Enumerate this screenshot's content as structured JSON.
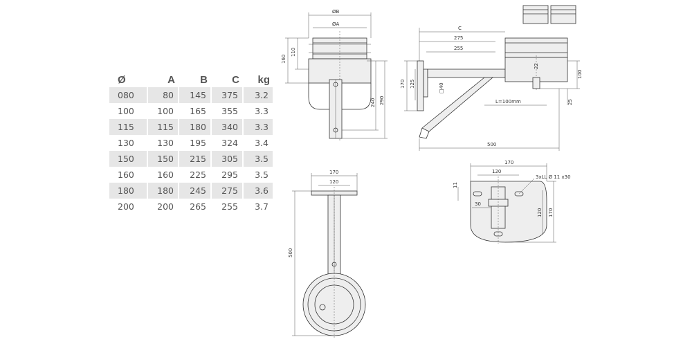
{
  "table": {
    "headers": [
      "Ø",
      "A",
      "B",
      "C",
      "kg"
    ],
    "rows": [
      [
        "080",
        "80",
        "145",
        "375",
        "3.2"
      ],
      [
        "100",
        "100",
        "165",
        "355",
        "3.3"
      ],
      [
        "115",
        "115",
        "180",
        "340",
        "3.3"
      ],
      [
        "130",
        "130",
        "195",
        "324",
        "3.4"
      ],
      [
        "150",
        "150",
        "215",
        "305",
        "3.5"
      ],
      [
        "160",
        "160",
        "225",
        "295",
        "3.5"
      ],
      [
        "180",
        "180",
        "245",
        "275",
        "3.6"
      ],
      [
        "200",
        "200",
        "265",
        "255",
        "3.7"
      ]
    ]
  },
  "front_view": {
    "dim_b": "ØB",
    "dim_a": "ØA",
    "dim_160": "160",
    "dim_110": "110",
    "dim_240": "240",
    "dim_290": "290"
  },
  "side_view": {
    "dim_c": "C",
    "dim_275": "275",
    "dim_255": "255",
    "dim_170": "170",
    "dim_125": "125",
    "dim_40": "□40",
    "dim_22": "22",
    "dim_100": "100",
    "dim_25": "25",
    "dim_l": "L=100mm",
    "dim_500": "500"
  },
  "top_view": {
    "dim_170": "170",
    "dim_120": "120",
    "dim_500": "500"
  },
  "plate_view": {
    "dim_170_top": "170",
    "dim_120_top": "120",
    "dim_11": "11",
    "dim_30": "30",
    "dim_120_side": "120",
    "dim_170_side": "170",
    "slots": "3xLL Ø 11 x30"
  },
  "colors": {
    "line": "#333333",
    "row_shade": "#e6e6e6",
    "text": "#555555"
  }
}
